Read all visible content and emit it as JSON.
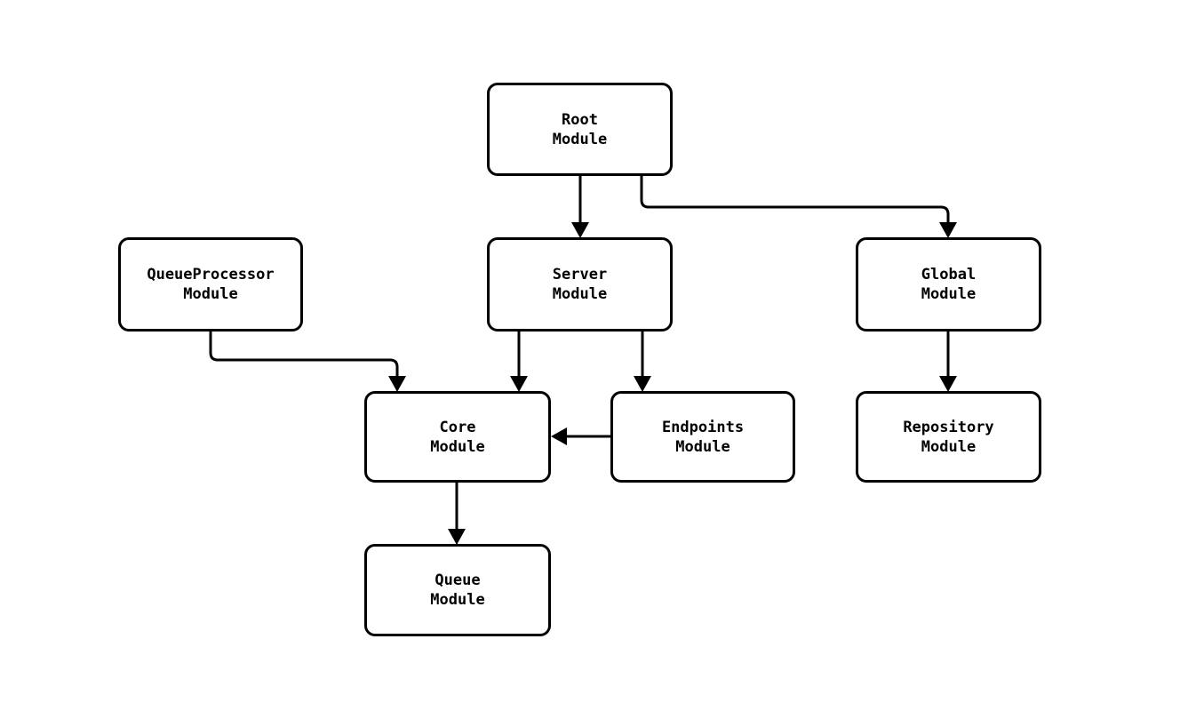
{
  "diagram": {
    "type": "module-dependency-flowchart",
    "colors": {
      "stroke": "#000000",
      "text": "#000000",
      "background": "#ffffff",
      "node_fill": "#ffffff"
    },
    "nodes": [
      {
        "id": "root",
        "label": "Root\nModule"
      },
      {
        "id": "queueprocessor",
        "label": "QueueProcessor\nModule"
      },
      {
        "id": "server",
        "label": "Server\nModule"
      },
      {
        "id": "global",
        "label": "Global\nModule"
      },
      {
        "id": "core",
        "label": "Core\nModule"
      },
      {
        "id": "endpoints",
        "label": "Endpoints\nModule"
      },
      {
        "id": "repository",
        "label": "Repository\nModule"
      },
      {
        "id": "queue",
        "label": "Queue\nModule"
      }
    ],
    "edges": [
      {
        "from": "root",
        "to": "server",
        "style": "arrow"
      },
      {
        "from": "root",
        "to": "global",
        "style": "arrow"
      },
      {
        "from": "queueprocessor",
        "to": "core",
        "style": "arrow"
      },
      {
        "from": "server",
        "to": "core",
        "style": "arrow"
      },
      {
        "from": "server",
        "to": "endpoints",
        "style": "arrow"
      },
      {
        "from": "endpoints",
        "to": "core",
        "style": "arrow"
      },
      {
        "from": "global",
        "to": "repository",
        "style": "arrow"
      },
      {
        "from": "core",
        "to": "queue",
        "style": "arrow"
      }
    ]
  }
}
